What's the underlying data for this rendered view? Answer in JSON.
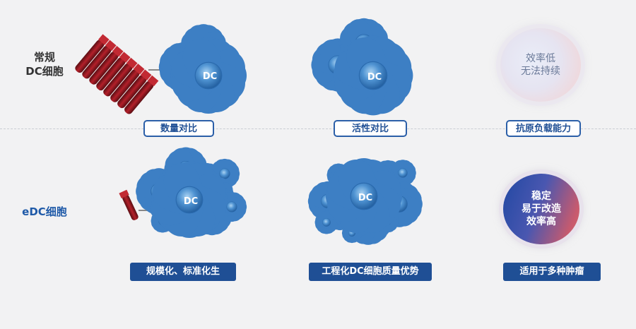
{
  "rows": {
    "conventional": {
      "label_line1": "常规",
      "label_line2": "DC细胞"
    },
    "edc": {
      "label": "eDC细胞"
    }
  },
  "cell_label": "DC",
  "comparisons": [
    {
      "tag": "数量对比",
      "edc_feature": "规模化、标准化生"
    },
    {
      "tag": "活性对比",
      "edc_feature": "工程化DC细胞质量优势"
    },
    {
      "tag": "抗原负载能力",
      "edc_feature": "适用于多种肿瘤"
    }
  ],
  "bubbles": {
    "conventional": {
      "line1": "效率低",
      "line2": "无法持续"
    },
    "edc": {
      "line1": "稳定",
      "line2": "易于改造",
      "line3": "效率高"
    }
  },
  "colors": {
    "cell": "#3d7fc4",
    "tag_border": "#2b5fa8",
    "tag_fill": "#1f4f95",
    "blood": "#b3202a"
  },
  "icons": [
    "blood-tube-icon",
    "dendritic-cell-icon",
    "arrow-icon"
  ]
}
